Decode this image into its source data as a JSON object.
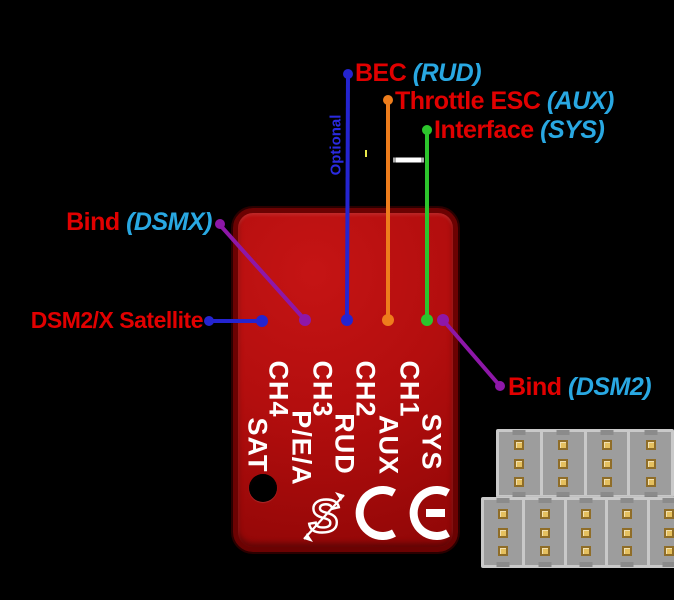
{
  "scene": {
    "background": "#000000",
    "description_hint": "RC receiver board wiring diagram"
  },
  "palette": {
    "label_red": "#e10000",
    "label_cyan": "#29a8e2",
    "optional_blue": "#2a2ae0",
    "silk_white": "#ffffff",
    "board_red": "#b30e0e",
    "board_edge": "#6b0202",
    "plate_gray": "#c9c9c9",
    "slot_gray": "#9d9d9d",
    "pin_gold": "#e5c05f",
    "pin_gold_dark": "#8f6d28",
    "jumper_white": "#ffffff",
    "jumper_tip_gray": "#a9a9a9",
    "tick_yellow": "#e9e94b"
  },
  "board": {
    "top_row_slots": 4,
    "bottom_row_slots": 5,
    "pins_per_slot": 3,
    "channel_labels_row1": [
      "CH4",
      "CH3",
      "CH2",
      "CH1"
    ],
    "channel_labels_row2": [
      "SAT",
      "P/E/A",
      "RUD",
      "AUX",
      "SYS"
    ],
    "logos": [
      "spektrum-s-logo",
      "ce-mark"
    ]
  },
  "callouts": {
    "bec": {
      "label": "BEC",
      "paren": "(RUD)",
      "wire_color": "#2424d0"
    },
    "throttle": {
      "label": "Throttle ESC",
      "paren": "(AUX)",
      "wire_color": "#ee7d1c"
    },
    "interface": {
      "label": "Interface",
      "paren": "(SYS)",
      "wire_color": "#2cc52c"
    },
    "bind_dsmx": {
      "label": "Bind",
      "paren": "(DSMX)",
      "wire_color": "#8e17a8"
    },
    "satellite": {
      "label": "DSM2/X Satellite",
      "paren": "",
      "wire_color": "#2424d0"
    },
    "bind_dsm2": {
      "label": "Bind",
      "paren": "(DSM2)",
      "wire_color": "#8e17a8"
    },
    "optional_note": "Optional"
  }
}
